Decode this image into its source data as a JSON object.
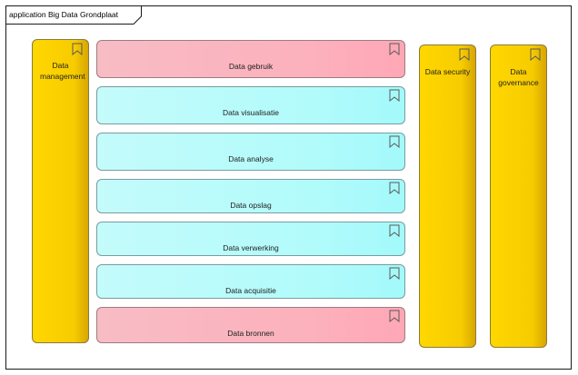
{
  "diagram": {
    "title": "application Big Data Grondplaat"
  },
  "layers": [
    {
      "label": "Data gebruik",
      "color": "pink"
    },
    {
      "label": "Data visualisatie",
      "color": "cyan"
    },
    {
      "label": "Data analyse",
      "color": "cyan"
    },
    {
      "label": "Data opslag",
      "color": "cyan"
    },
    {
      "label": "Data verwerking",
      "color": "cyan"
    },
    {
      "label": "Data acquisitie",
      "color": "cyan"
    },
    {
      "label": "Data bronnen",
      "color": "pink"
    }
  ],
  "pillars": {
    "management": "Data management",
    "security": "Data security",
    "governance": "Data governance"
  },
  "colors": {
    "pink": "#fcb1bc",
    "cyan": "#b2fbfb",
    "gold": "#ffd700",
    "border": "#1a1a1a"
  },
  "icons": {
    "element": "bookmark-icon"
  }
}
